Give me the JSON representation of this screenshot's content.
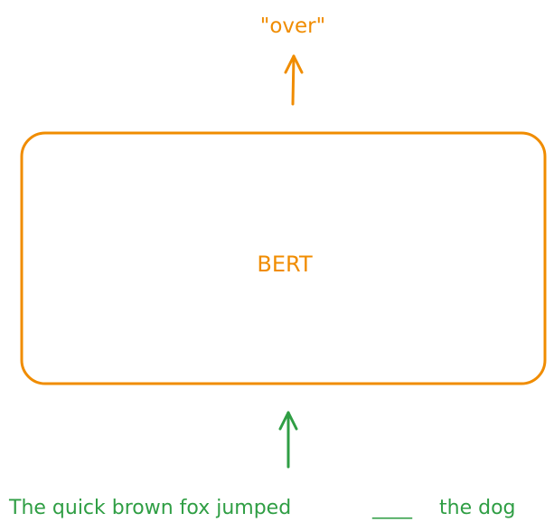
{
  "output_label": "\"over\"",
  "model_label": "BERT",
  "input_sentence": {
    "before_blank": "The quick brown fox jumped",
    "blank": "____",
    "after_blank": "the dog"
  },
  "colors": {
    "model": "#F08C00",
    "input": "#2F9E44",
    "background": "#FFFFFF"
  }
}
